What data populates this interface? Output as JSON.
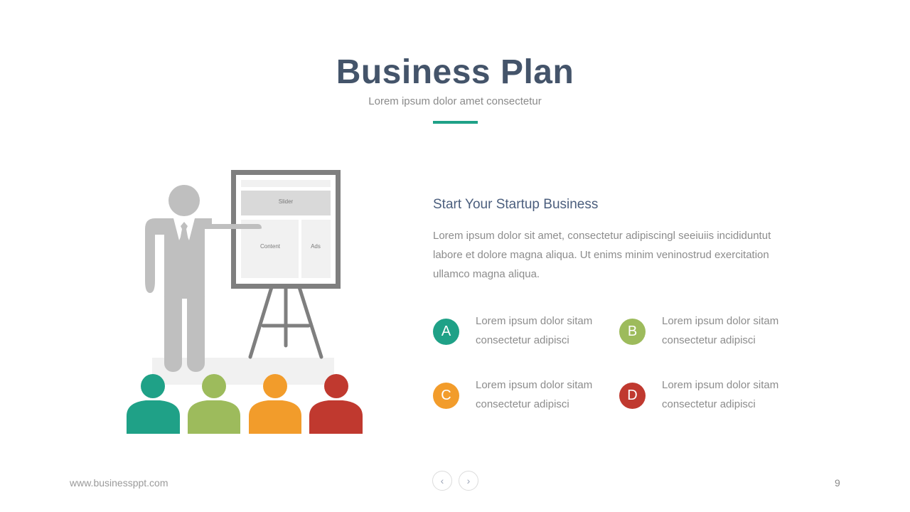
{
  "header": {
    "title": "Business Plan",
    "subtitle": "Lorem ipsum dolor amet consectetur",
    "accent_color": "#1fa187"
  },
  "illustration": {
    "board": {
      "slider_label": "Slider",
      "content_label": "Content",
      "ads_label": "Ads"
    },
    "audience_colors": [
      "#1fa187",
      "#9dbb5c",
      "#f29c2b",
      "#c0392f"
    ]
  },
  "main": {
    "heading": "Start Your Startup Business",
    "body": "Lorem ipsum dolor sit amet, consectetur adipiscingl seeiuiis incididuntut labore et dolore magna aliqua. Ut enims minim veninostrud exercitation ullamco magna aliqua.",
    "features": [
      {
        "letter": "A",
        "color": "#1fa187",
        "text": "Lorem ipsum dolor sitam consectetur adipisci"
      },
      {
        "letter": "B",
        "color": "#9dbb5c",
        "text": "Lorem ipsum dolor sitam consectetur adipisci"
      },
      {
        "letter": "C",
        "color": "#f29c2b",
        "text": "Lorem ipsum dolor sitam consectetur adipisci"
      },
      {
        "letter": "D",
        "color": "#c0392f",
        "text": "Lorem ipsum dolor sitam consectetur adipisci"
      }
    ]
  },
  "footer": {
    "url": "www.businessppt.com",
    "prev_icon": "‹",
    "next_icon": "›",
    "page_number": "9"
  }
}
